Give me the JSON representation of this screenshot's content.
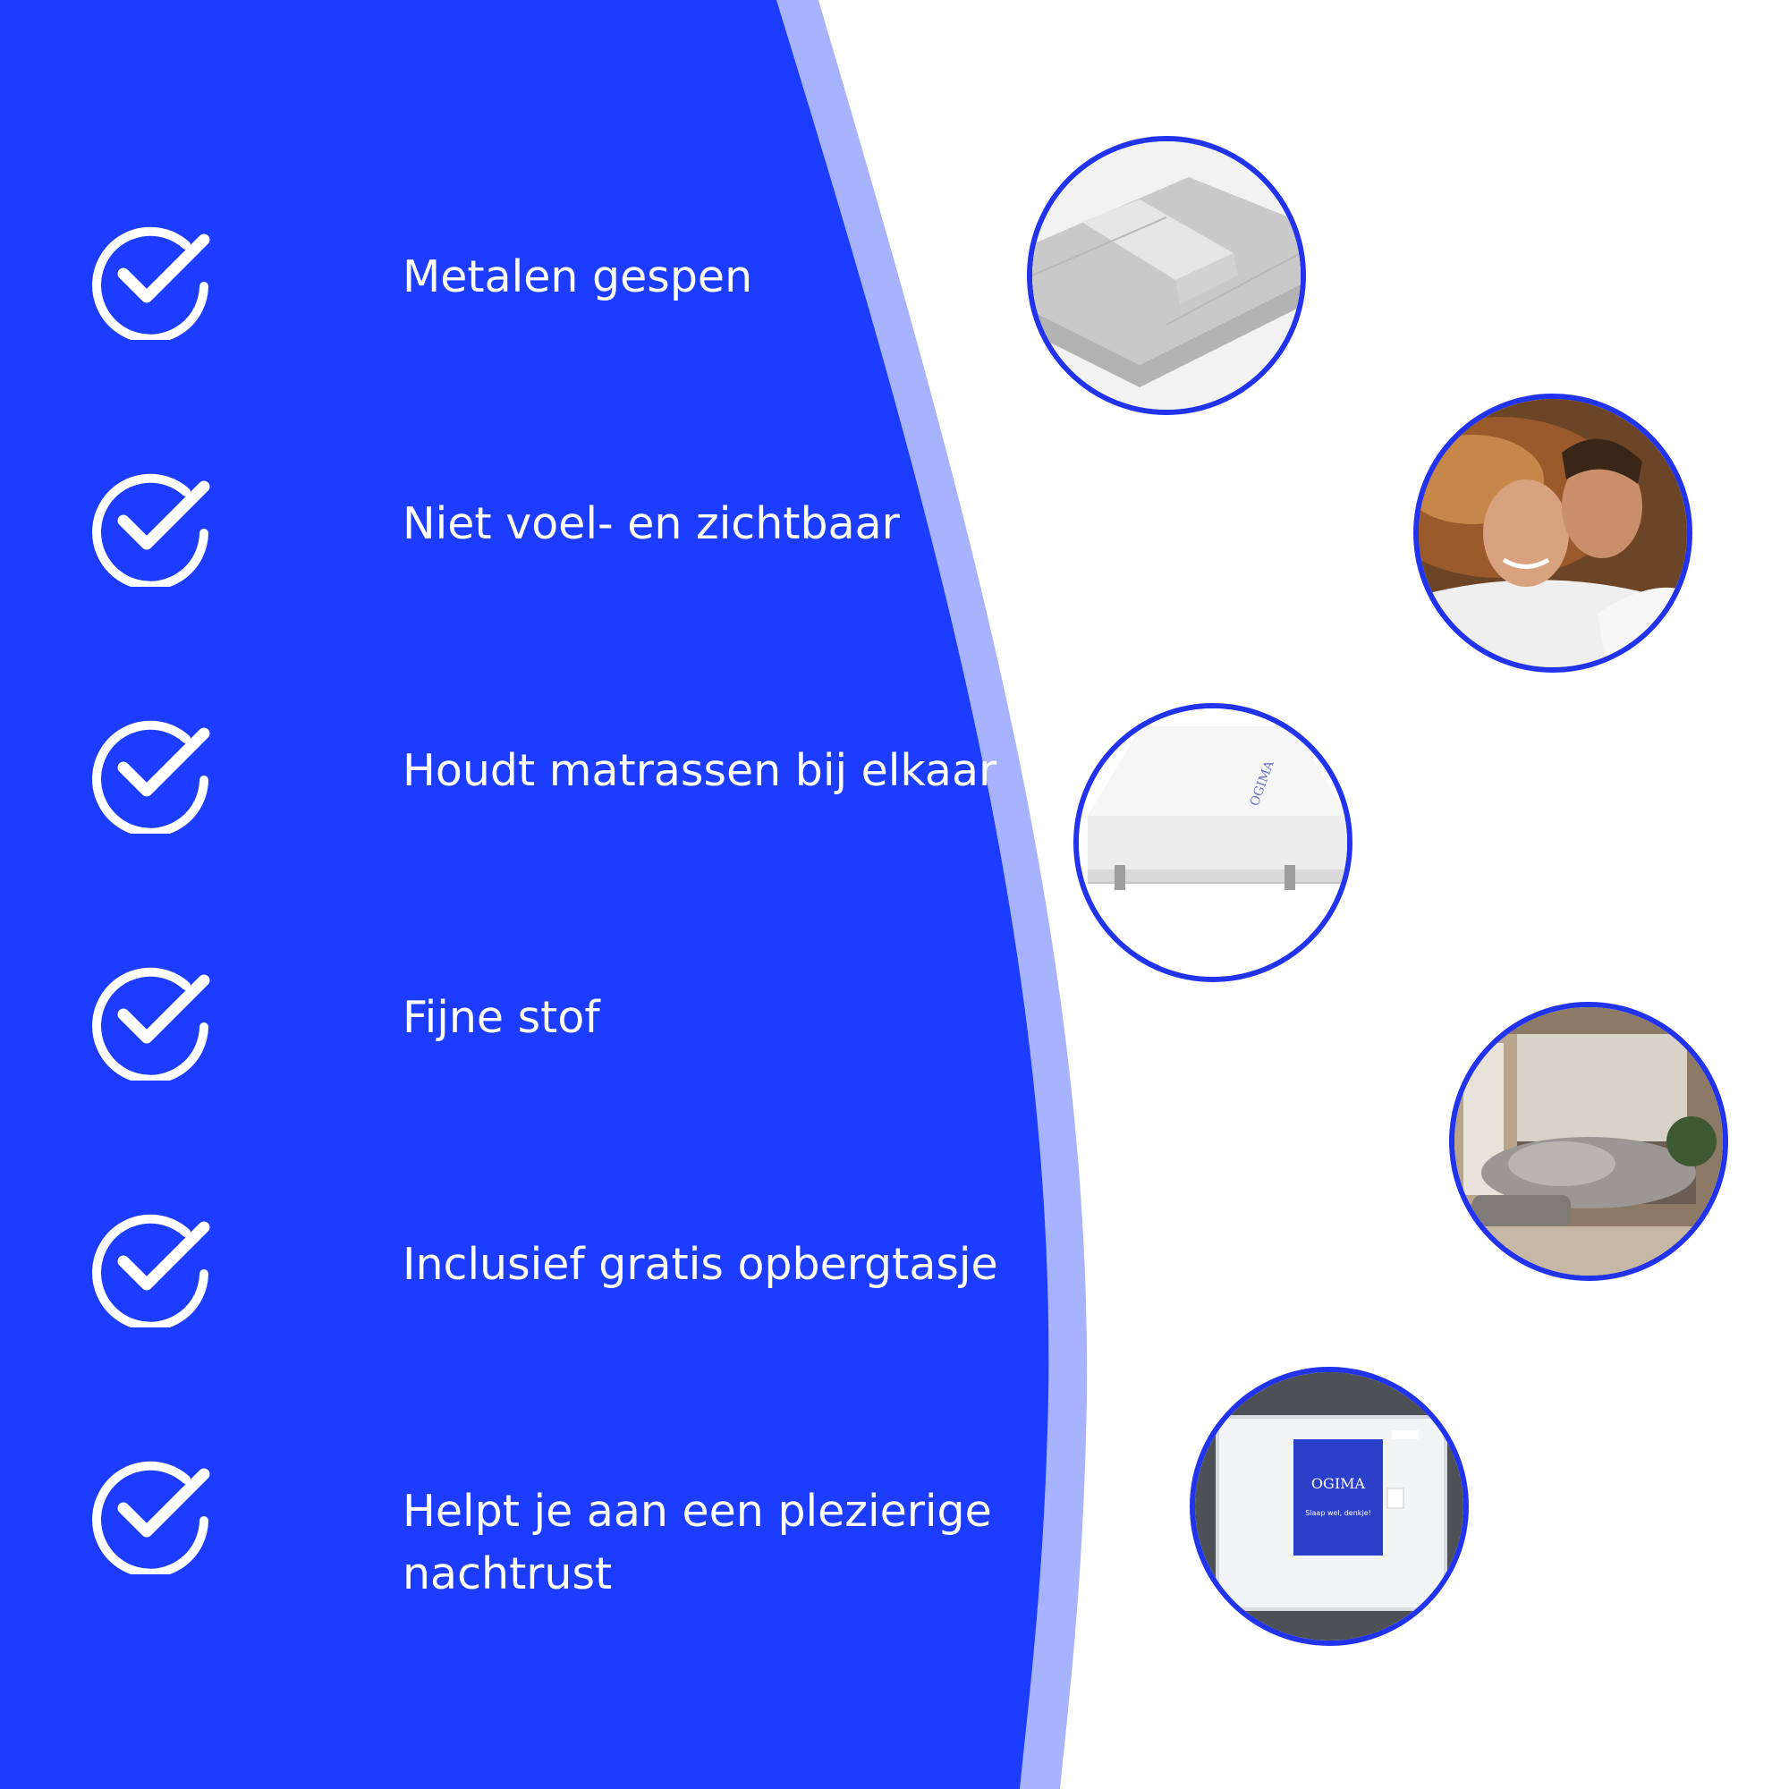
{
  "colors": {
    "panel_blue": "#1c3cff",
    "panel_edge": "#a8b3ff",
    "ring": "#2233ee",
    "text": "#ffffff"
  },
  "features": [
    {
      "icon": "check-circle-icon",
      "label": "Metalen gespen"
    },
    {
      "icon": "check-circle-icon",
      "label": "Niet voel- en zichtbaar"
    },
    {
      "icon": "check-circle-icon",
      "label": "Houdt matrassen bij elkaar"
    },
    {
      "icon": "check-circle-icon",
      "label": "Fijne stof"
    },
    {
      "icon": "check-circle-icon",
      "label": "Inclusief gratis opbergtasje"
    },
    {
      "icon": "check-circle-icon",
      "label": "Helpt je aan een plezierige nachtrust"
    }
  ],
  "photos": {
    "bag_brand": "OGIMA",
    "bag_tagline": "Slaap wel, denkje!"
  }
}
